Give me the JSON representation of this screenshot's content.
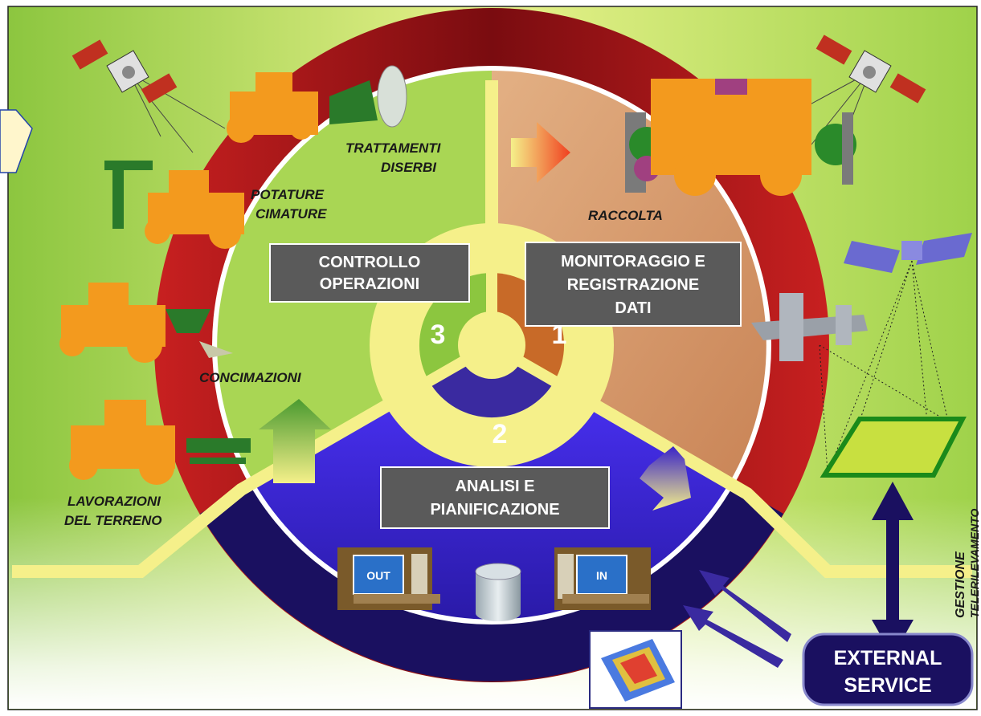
{
  "sectors": {
    "controllo_operazioni": {
      "line1": "CONTROLLO",
      "line2": "OPERAZIONI",
      "number": "3"
    },
    "monitoraggio": {
      "line1": "MONITORAGGIO E",
      "line2": "REGISTRAZIONE",
      "line3": "DATI",
      "number": "1"
    },
    "analisi": {
      "line1": "ANALISI  E",
      "line2": "PIANIFICAZIONE",
      "number": "2"
    }
  },
  "operations": {
    "trattamenti": {
      "line1": "TRATTAMENTI",
      "line2": "DISERBI"
    },
    "potature": {
      "line1": "POTATURE",
      "line2": "CIMATURE"
    },
    "concimazioni": "CONCIMAZIONI",
    "lavorazioni": {
      "line1": "LAVORAZIONI",
      "line2": "DEL TERRENO"
    },
    "raccolta": "RACCOLTA"
  },
  "computers": {
    "out": "OUT",
    "in": "IN"
  },
  "gestione": {
    "line1": "GESTIONE",
    "line2": "TELERILEVAMENTO"
  },
  "external_service": {
    "line1": "EXTERNAL",
    "line2": "SERVICE"
  },
  "colors": {
    "outer_red": "#c41e1e",
    "navy": "#1a1060",
    "green": "#a9d654",
    "tan": "#d49a72",
    "blue": "#3a24c8",
    "yellow": "#f5f08a",
    "orange": "#f39a1e",
    "label_box": "#5a5a5a"
  }
}
